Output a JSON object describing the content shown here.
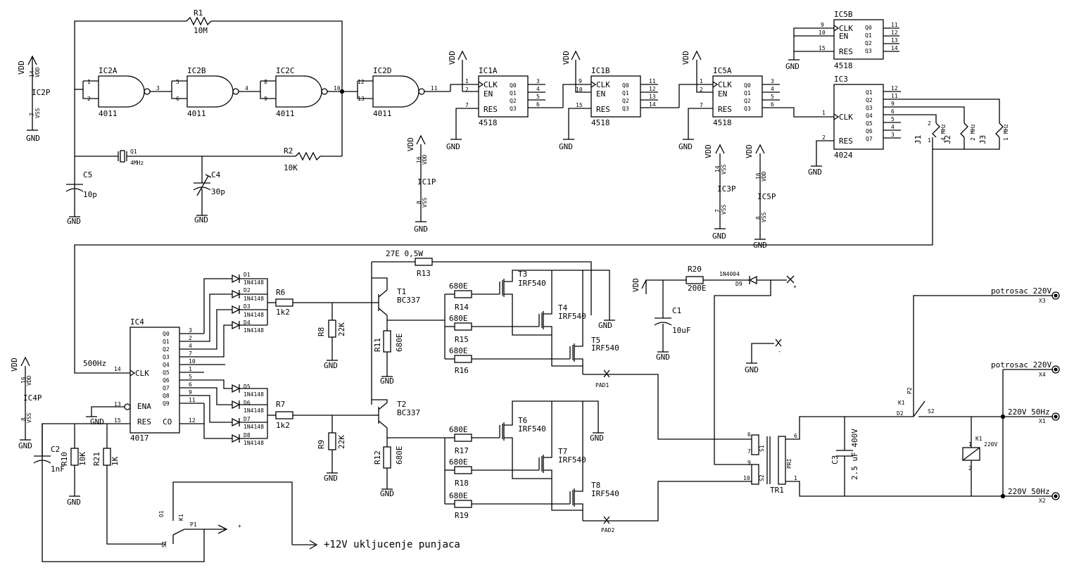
{
  "power": {
    "vdd": "VDD",
    "gnd": "GND",
    "vss": "VSS",
    "ic2p": "IC2P",
    "ic1p": "IC1P",
    "ic3p": "IC3P",
    "ic5p": "IC5P",
    "ic4p": "IC4P",
    "pin14": "14",
    "pin16": "16",
    "pin7": "7",
    "pin8": "8"
  },
  "oscillator": {
    "r1_name": "R1",
    "r1_val": "10M",
    "r2_name": "R2",
    "r2_val": "10K",
    "q1_name": "Q1",
    "q1_val": "4MHz",
    "c4_name": "C4",
    "c4_val": "30p",
    "c5_name": "C5",
    "c5_val": "10p",
    "ic2a": "IC2A",
    "ic2b": "IC2B",
    "ic2c": "IC2C",
    "ic2d": "IC2D",
    "part4011": "4011",
    "ic2a_pins": [
      "1",
      "2",
      "3"
    ],
    "ic2b_pins": [
      "5",
      "6",
      "4"
    ],
    "ic2c_pins": [
      "8",
      "9",
      "10"
    ],
    "ic2d_pins": [
      "12",
      "13",
      "11"
    ]
  },
  "counters": {
    "ic1a": "IC1A",
    "ic1b": "IC1B",
    "ic5a": "IC5A",
    "ic5b": "IC5B",
    "part4518": "4518",
    "clk": "CLK",
    "en": "EN",
    "res": "RES",
    "q": [
      "Q0",
      "Q1",
      "Q2",
      "Q3"
    ],
    "ic1a_in": [
      "1",
      "2",
      "7"
    ],
    "ic1a_out": [
      "3",
      "4",
      "5",
      "6"
    ],
    "ic1b_in": [
      "9",
      "10",
      "15"
    ],
    "ic1b_out": [
      "11",
      "12",
      "13",
      "14"
    ],
    "ic5a_in": [
      "1",
      "2",
      "7"
    ],
    "ic5a_out": [
      "3",
      "4",
      "5",
      "6"
    ],
    "ic5b_in": [
      "9",
      "10",
      "15"
    ],
    "ic5b_out": [
      "11",
      "12",
      "13",
      "14"
    ]
  },
  "ic3": {
    "name": "IC3",
    "part": "4024",
    "clk": "CLK",
    "res": "RES",
    "q": [
      "Q1",
      "Q2",
      "Q3",
      "Q4",
      "Q5",
      "Q6",
      "Q7"
    ],
    "q_pins": [
      "12",
      "11",
      "9",
      "6",
      "5",
      "4",
      "3"
    ],
    "clk_pin": "1",
    "res_pin": "2",
    "j1": "J1",
    "j2": "J2",
    "j3": "J3",
    "j1_freq": "4 MHz",
    "j2_freq": "2 MHz",
    "j3_freq": "1 MHz",
    "j_pin1": "1",
    "j_pin2": "2"
  },
  "ic4": {
    "name": "IC4",
    "part": "4017",
    "freq": "500Hz",
    "clk": "CLK",
    "ena": "ENA",
    "res": "RES",
    "co": "CO",
    "q": [
      "Q0",
      "Q1",
      "Q2",
      "Q3",
      "Q4",
      "Q5",
      "Q6",
      "Q7",
      "Q8",
      "Q9"
    ],
    "q_pins": [
      "3",
      "2",
      "4",
      "7",
      "10",
      "1",
      "5",
      "6",
      "9",
      "11"
    ],
    "clk_pin": "14",
    "ena_pin": "13",
    "res_pin": "15",
    "co_pin": "12",
    "c2_name": "C2",
    "c2_val": "1nF",
    "r10_name": "R10",
    "r10_val": "10K",
    "r21_name": "R21",
    "r21_val": "1K"
  },
  "diodes": {
    "names": [
      "D1",
      "D2",
      "D3",
      "D4",
      "D5",
      "D6",
      "D7",
      "D8"
    ],
    "part": "1N4148"
  },
  "driver": {
    "r6_name": "R6",
    "r6_val": "1k2",
    "r7_name": "R7",
    "r7_val": "1k2",
    "r8_name": "R8",
    "r8_val": "22K",
    "r9_name": "R9",
    "r9_val": "22K",
    "r11_name": "R11",
    "r11_val": "680E",
    "r12_name": "R12",
    "r12_val": "680E",
    "r13_name": "R13",
    "r13_val": "27E 0,5W",
    "t1_name": "T1",
    "t2_name": "T2",
    "bjt_part": "BC337",
    "gate_res_val": "680E",
    "gate_res_names": [
      "R14",
      "R15",
      "R16",
      "R17",
      "R18",
      "R19"
    ],
    "mosfet_names": [
      "T3",
      "T4",
      "T5",
      "T6",
      "T7",
      "T8"
    ],
    "mosfet_part": "IRF540",
    "pad1": "PAD1",
    "pad2": "PAD2"
  },
  "supply": {
    "r20_name": "R20",
    "r20_val": "200E",
    "d9_name": "D9",
    "d9_part": "1N4004",
    "c1_name": "C1",
    "c1_val": "10uF",
    "plus": "+",
    "minus": "-"
  },
  "transformer": {
    "name": "TR1",
    "s1": "S1",
    "s2": "S2",
    "pri": "PRI",
    "pins": [
      "6",
      "7",
      "9",
      "10",
      "6",
      "1"
    ]
  },
  "output": {
    "c3_name": "C3",
    "c3_val": "2.5 uF 400V",
    "k1_name": "K1",
    "k1_val": "220V",
    "k1_pin1": "1",
    "k1_pin2": "2",
    "p2": "P2",
    "d2": "D2",
    "s2": "S2",
    "x3_label": "potrosac 220V",
    "x3": "X3",
    "x4_label": "potrosac 220V",
    "x4": "X4",
    "x1_label": "220V 50Hz",
    "x1": "X1",
    "x2_label": "220V 50Hz",
    "x2": "X2"
  },
  "switch": {
    "k1": "K1",
    "p1": "P1",
    "o1": "O1",
    "s1": "S1",
    "plus": "+",
    "caption": "+12V ukljucenje punjaca"
  }
}
